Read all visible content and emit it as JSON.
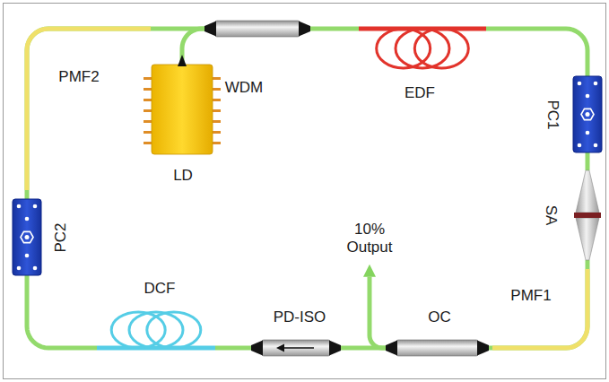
{
  "diagram": {
    "nodes": [
      {
        "text": [
          "WDM"
        ]
      },
      {
        "text": [
          "LD"
        ]
      },
      {
        "text": [
          "EDF"
        ]
      },
      {
        "text": [
          "PC1"
        ]
      },
      {
        "text": [
          "SA"
        ]
      },
      {
        "text": [
          "PC2"
        ]
      },
      {
        "text": [
          "10% Output"
        ]
      },
      {
        "text": [
          "DCF"
        ]
      },
      {
        "text": [
          "PD-ISO"
        ]
      },
      {
        "text": [
          "OC"
        ]
      }
    ],
    "edges": [
      {
        "from": 1,
        "to": 0,
        "arrow": "none"
      },
      {
        "from": 0,
        "to": 2,
        "arrow": "none"
      },
      {
        "from": 2,
        "to": 3,
        "arrow": "none"
      },
      {
        "from": 3,
        "to": 4,
        "arrow": "none"
      },
      {
        "from": 4,
        "to": 9,
        "arrow": "none"
      },
      {
        "from": 9,
        "to": 8,
        "arrow": "none"
      },
      {
        "from": 8,
        "to": 7,
        "arrow": "none"
      },
      {
        "from": 7,
        "to": 5,
        "arrow": "none"
      },
      {
        "from": 5,
        "to": 0,
        "arrow": "none"
      },
      {
        "from": 9,
        "to": 6,
        "arrow": "to"
      }
    ],
    "labels": [
      "PMF2",
      "PMF1"
    ]
  }
}
